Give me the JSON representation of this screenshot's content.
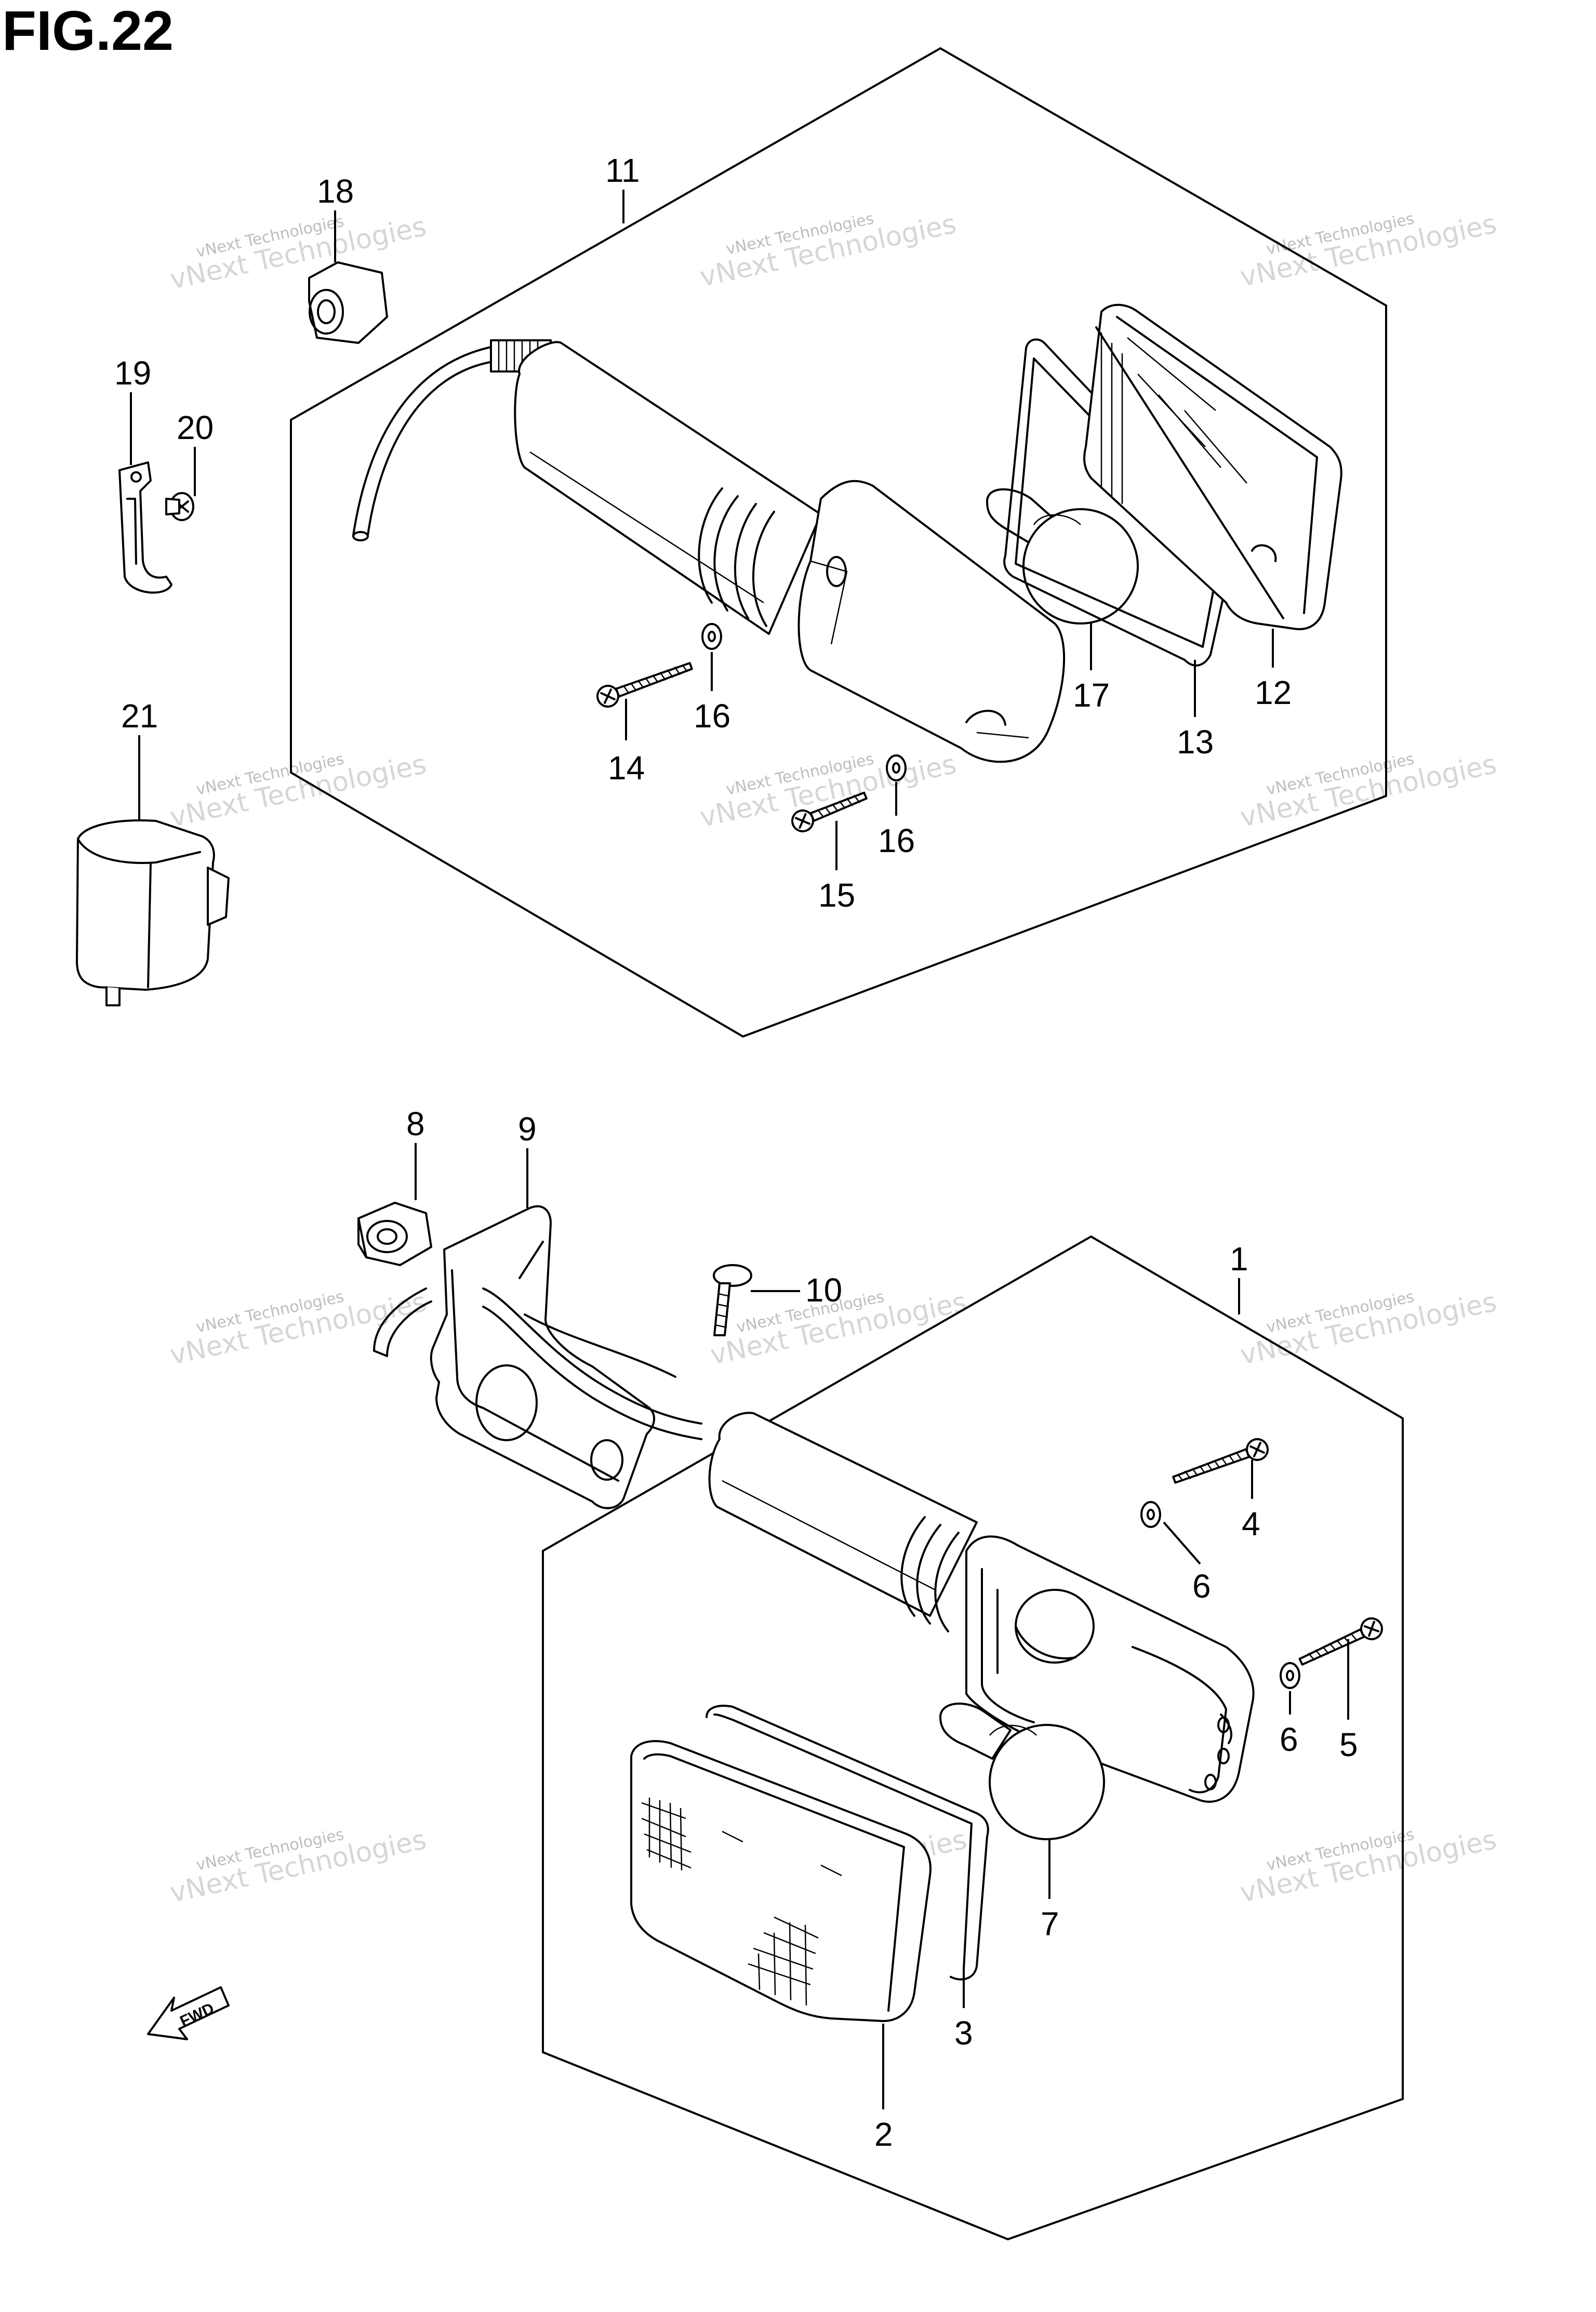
{
  "figure": {
    "title": "FIG.22"
  },
  "watermark": {
    "line1": "vNext Technologies",
    "line2": "vNext Technologies"
  },
  "badge": {
    "fwd_label": "FWD"
  },
  "callouts": {
    "c1": "1",
    "c2": "2",
    "c3": "3",
    "c4": "4",
    "c5": "5",
    "c6a": "6",
    "c6b": "6",
    "c7": "7",
    "c8": "8",
    "c9": "9",
    "c10": "10",
    "c11": "11",
    "c12": "12",
    "c13": "13",
    "c14": "14",
    "c15": "15",
    "c16a": "16",
    "c16b": "16",
    "c17": "17",
    "c18": "18",
    "c19": "19",
    "c20": "20",
    "c21": "21"
  }
}
